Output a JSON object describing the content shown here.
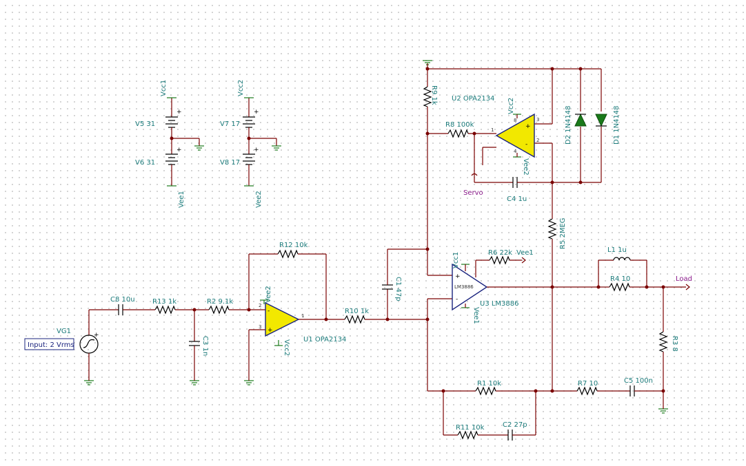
{
  "supplies": {
    "v5": "V5 31",
    "v6": "V6 31",
    "v7": "V7 17",
    "v8": "V8 17",
    "vcc1": "Vcc1",
    "vee1": "Vee1",
    "vcc2": "Vcc2",
    "vee2": "Vee2"
  },
  "source": {
    "name": "VG1",
    "input": "Input: 2 Vrms"
  },
  "parts": {
    "c8": "C8 10u",
    "r13": "R13 1k",
    "r2": "R2 9.1k",
    "c3": "C3 1n",
    "r12": "R12 10k",
    "u1": "U1 OPA2134",
    "r10": "R10 1k",
    "c1": "C1 47p",
    "r9": "R9 1k",
    "u2": "U2 OPA2134",
    "r8": "R8 100k",
    "d2": "D2 1N4148",
    "d1": "D1 1N4148",
    "c4": "C4 1u",
    "r5": "R5 2MEG",
    "r6": "R6 22k",
    "u3_chip": "LM3886",
    "u3": "U3 LM3886",
    "l1": "L1 1u",
    "r4": "R4 10",
    "r3": "R3 8",
    "r1": "R1 10k",
    "r7": "R7 10",
    "c5": "C5 100n",
    "r11": "R11 10k",
    "c2": "C2 27p"
  },
  "nets": {
    "servo": "Servo",
    "load": "Load"
  },
  "pins": {
    "p1": "1",
    "p2": "2",
    "p3": "3",
    "p4": "4",
    "p8": "8",
    "plus": "+",
    "minus": "-"
  },
  "colors": {
    "wire": "#7a0000",
    "label": "#1a7a7a",
    "ground": "#1a7a1a",
    "opamp_fill": "#f2e800",
    "opamp_border": "#1a237e",
    "net_label": "#8a1a8a"
  }
}
